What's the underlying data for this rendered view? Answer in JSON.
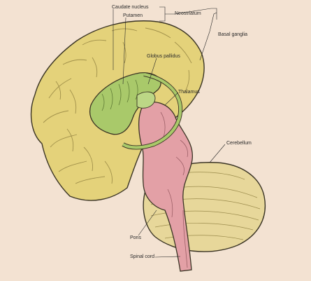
{
  "labels": {
    "caudate_nucleus": "Caudate nucleus",
    "putamen": "Putamen",
    "neostriatum": "Neostriatum",
    "basal_ganglia": "Basal ganglia",
    "globus_pallidus": "Globus pallidus",
    "thalamus": "Thalamus",
    "cerebellum": "Cerebellum",
    "pons": "Pons",
    "spinal_cord": "Spinal cord"
  },
  "colors": {
    "background": "#f3e2d2",
    "cortex": "#e4d27a",
    "basal_ganglia": "#a9c96a",
    "brainstem": "#e3a0a6",
    "cerebellum": "#e7d79a",
    "outline": "#3a3424"
  }
}
